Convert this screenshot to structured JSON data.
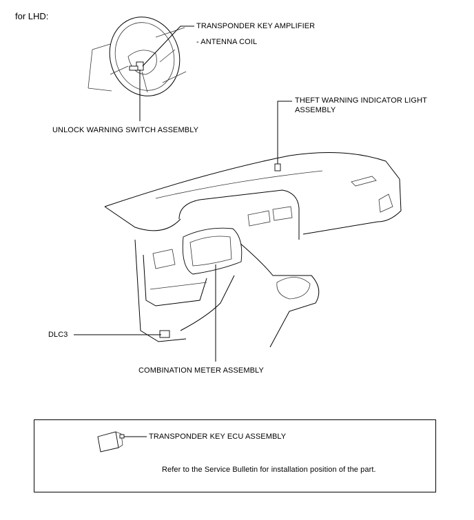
{
  "header": {
    "text": "for LHD:"
  },
  "labels": {
    "transponder_amp": "TRANSPONDER KEY AMPLIFIER",
    "antenna_coil": "- ANTENNA COIL",
    "unlock_switch": "UNLOCK WARNING SWITCH ASSEMBLY",
    "theft_light_1": "THEFT WARNING INDICATOR LIGHT",
    "theft_light_2": "ASSEMBLY",
    "dlc3": "DLC3",
    "combination_meter": "COMBINATION METER ASSEMBLY"
  },
  "legend_box": {
    "ecu_label": "TRANSPONDER KEY ECU ASSEMBLY",
    "note": "Refer to the Service Bulletin for installation position of the part."
  }
}
